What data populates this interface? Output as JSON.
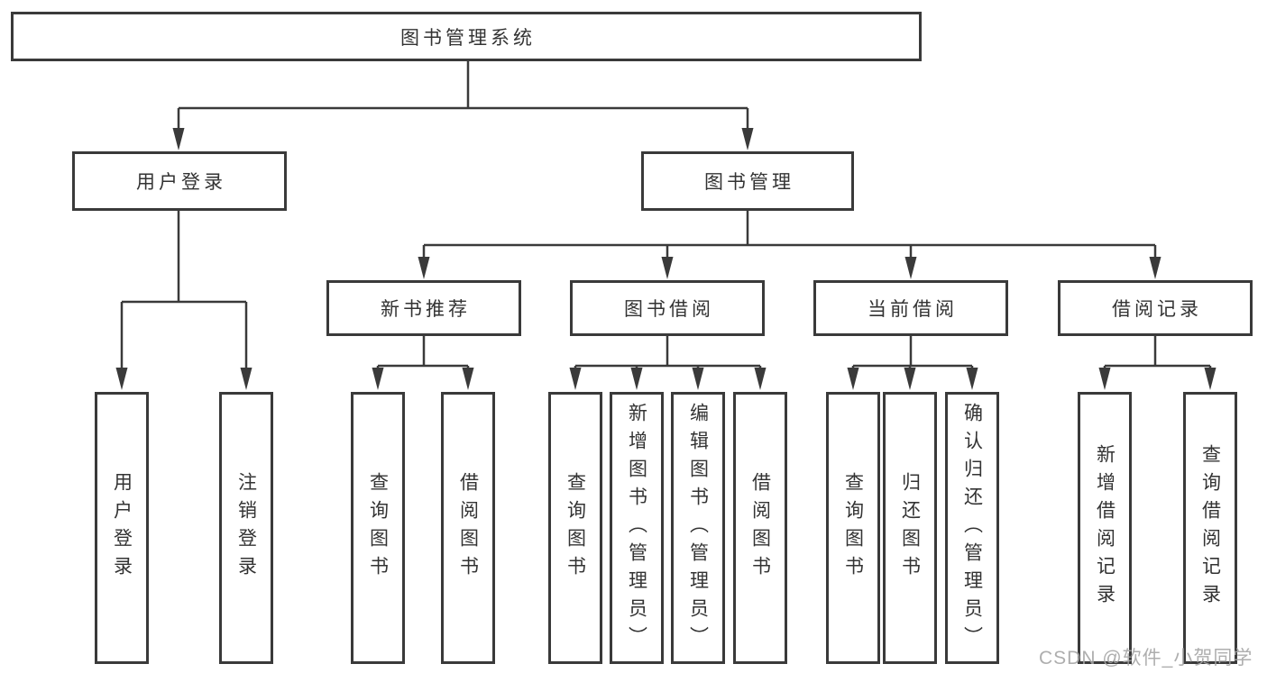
{
  "diagram_type": "hierarchy-tree",
  "colors": {
    "line": "#3a3a3a",
    "text": "#333333",
    "background": "#ffffff",
    "watermark": "#a5a5a5"
  },
  "tree": {
    "root": {
      "label": "图书管理系统"
    },
    "level2": [
      {
        "label": "用户登录"
      },
      {
        "label": "图书管理"
      }
    ],
    "level3": [
      {
        "label": "新书推荐"
      },
      {
        "label": "图书借阅"
      },
      {
        "label": "当前借阅"
      },
      {
        "label": "借阅记录"
      }
    ],
    "leaves": {
      "user_login": [
        "用户登录",
        "注销登录"
      ],
      "new_book": [
        "查询图书",
        "借阅图书"
      ],
      "book_borrow": [
        "查询图书",
        "新增图书（管理员）",
        "编辑图书（管理员）",
        "借阅图书"
      ],
      "current_borrow": [
        "查询图书",
        "归还图书",
        "确认归还（管理员）"
      ],
      "borrow_records": [
        "新增借阅记录",
        "查询借阅记录"
      ]
    }
  },
  "watermark": "CSDN @软件_小贺同学"
}
